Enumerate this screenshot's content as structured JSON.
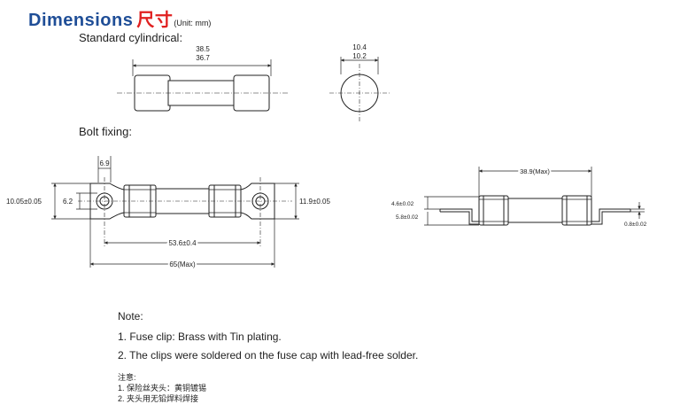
{
  "title": {
    "en": "Dimensions",
    "cn": "尺寸",
    "unit": "(Unit: mm)"
  },
  "standard": {
    "heading": "Standard cylindrical:",
    "length_max": "38.5",
    "length_min": "36.7",
    "dia_max": "10.4",
    "dia_min": "10.2"
  },
  "bolt": {
    "heading": "Bolt fixing:",
    "slot_width": "6.9",
    "left_height": "10.05±0.05",
    "hole_dia": "6.2",
    "right_height": "11.9±0.05",
    "hole_spacing": "53.6±0.4",
    "overall_length": "65(Max)",
    "body_length": "38.9(Max)",
    "offset_upper": "4.6±0.02",
    "offset_lower": "5.8±0.02",
    "clip_thickness": "0.8±0.02"
  },
  "notes": {
    "heading": "Note:",
    "line1": "1. Fuse clip: Brass with Tin plating.",
    "line2": "2. The clips were soldered on the fuse cap with lead-free solder."
  },
  "notes_cn": {
    "heading": "注意:",
    "line1": "1. 保险丝夹头：黄铜镀锡",
    "line2": "2. 夹头用无铅焊料焊接"
  }
}
